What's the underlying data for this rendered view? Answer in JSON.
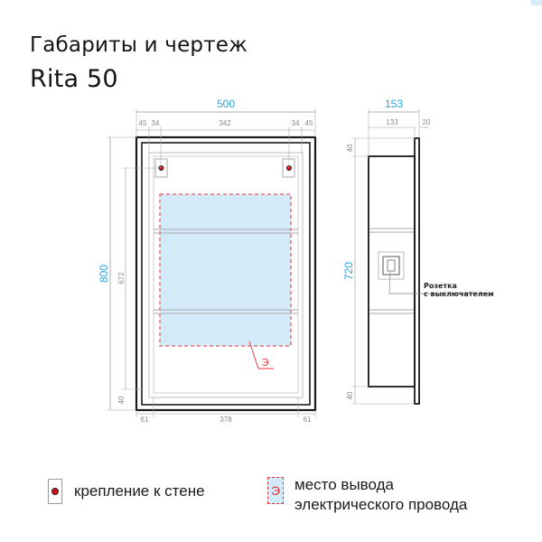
{
  "header": {
    "title": "Габариты и чертеж",
    "model": "Rita 50"
  },
  "front_view": {
    "overall_width": "500",
    "overall_height": "800",
    "top_dims": [
      "45",
      "34",
      "342",
      "34",
      "45"
    ],
    "bottom_dims": [
      "61",
      "378",
      "61"
    ],
    "mount_height": "672",
    "bottom_offset": "40",
    "wire_marker": "Э"
  },
  "side_view": {
    "overall_depth": "153",
    "body_depth": "133",
    "door_depth": "20",
    "body_height": "720",
    "top_offset": "40",
    "bottom_offset": "40",
    "socket_label_line1": "Розетка",
    "socket_label_line2": "с выключателем"
  },
  "legend": {
    "mount_label": "крепление к стене",
    "wire_marker": "Э",
    "wire_label_line1": "место вывода",
    "wire_label_line2": "электрического провода"
  },
  "colors": {
    "primary_dim": "#2aa3e0",
    "secondary_dim": "#8a8a8a",
    "outline": "#1a1a1a",
    "mirror_fill": "#d3ebf9",
    "wire_dash": "#e8323c",
    "mount_dot": "#d1101a"
  }
}
